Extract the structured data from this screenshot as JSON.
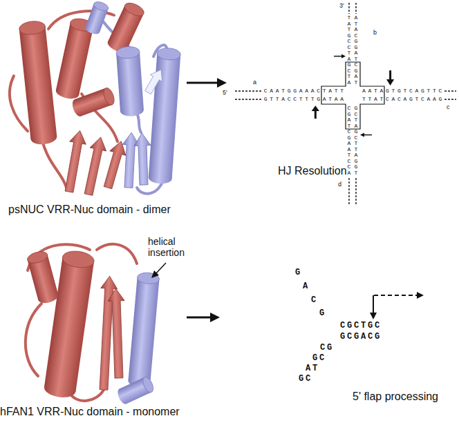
{
  "diagram": {
    "nodes": [
      {
        "text": [
          "psNUC VRR-Nuc domain - dimer"
        ]
      },
      {
        "text": [
          "HJ Resolution"
        ]
      },
      {
        "text": [
          "hFAN1 VRR-Nuc domain - monomer"
        ]
      },
      {
        "text": [
          "5' flap processing"
        ]
      }
    ],
    "edges": [
      {
        "from": 0,
        "to": 1,
        "arrow": "to"
      },
      {
        "from": 2,
        "to": 3,
        "arrow": "to"
      }
    ],
    "labels": [
      "5'",
      "3'",
      "a",
      "b",
      "c",
      "d",
      "CAATGGAAACTATT",
      "GTTACCTTTGATAA",
      "AATAGTGTCAGTTC",
      "TTATCACAGTCAAG",
      "TATGCCTAGCTA",
      "ATACGGATCGAT",
      "CGATCGAATCCA",
      "GCTAGCTTAGGT",
      "helical insertion",
      "G",
      "A",
      "C",
      "G",
      "CGCTGC",
      "GCGACG",
      "CG",
      "GC",
      "AT",
      "GC"
    ]
  }
}
